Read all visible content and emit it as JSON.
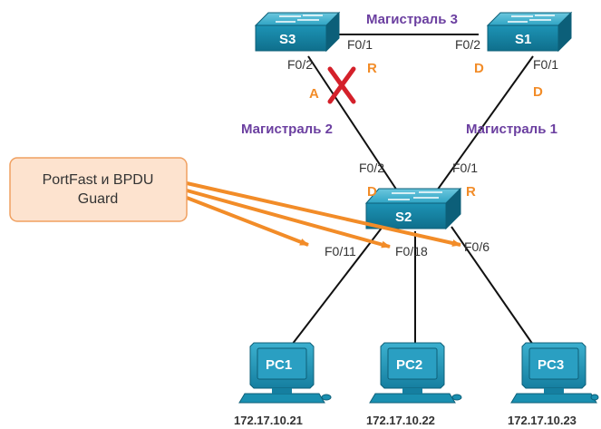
{
  "switches": {
    "s3": {
      "label": "S3"
    },
    "s1": {
      "label": "S1"
    },
    "s2": {
      "label": "S2"
    }
  },
  "trunks": {
    "trunk1": "Магистраль 1",
    "trunk2": "Магистраль 2",
    "trunk3": "Магистраль 3"
  },
  "ports": {
    "s3_f01": "F0/1",
    "s3_f02": "F0/2",
    "s1_f02": "F0/2",
    "s1_f01": "F0/1",
    "s2_f02": "F0/2",
    "s2_f01": "F0/1",
    "s2_f011": "F0/11",
    "s2_f018": "F0/18",
    "s2_f06": "F0/6"
  },
  "roles": {
    "s3_f01": "R",
    "s3_f02": "A",
    "s1_f02": "D",
    "s1_f01": "D",
    "s2_f02": "D",
    "s2_f01": "R"
  },
  "callout": {
    "line1": "PortFast и BPDU",
    "line2": "Guard"
  },
  "pcs": [
    {
      "label": "PC1",
      "ip": "172.17.10.21"
    },
    {
      "label": "PC2",
      "ip": "172.17.10.22"
    },
    {
      "label": "PC3",
      "ip": "172.17.10.23"
    }
  ],
  "colors": {
    "switch_body": "#1a8fb0",
    "switch_top": "#3fb3cf",
    "role": "#f28c28",
    "trunk_label": "#6b3fa0",
    "blocked_mark": "#d4202a",
    "callout_fill": "#fde3cf",
    "callout_stroke": "#f0a060",
    "arrow": "#f28c28"
  }
}
